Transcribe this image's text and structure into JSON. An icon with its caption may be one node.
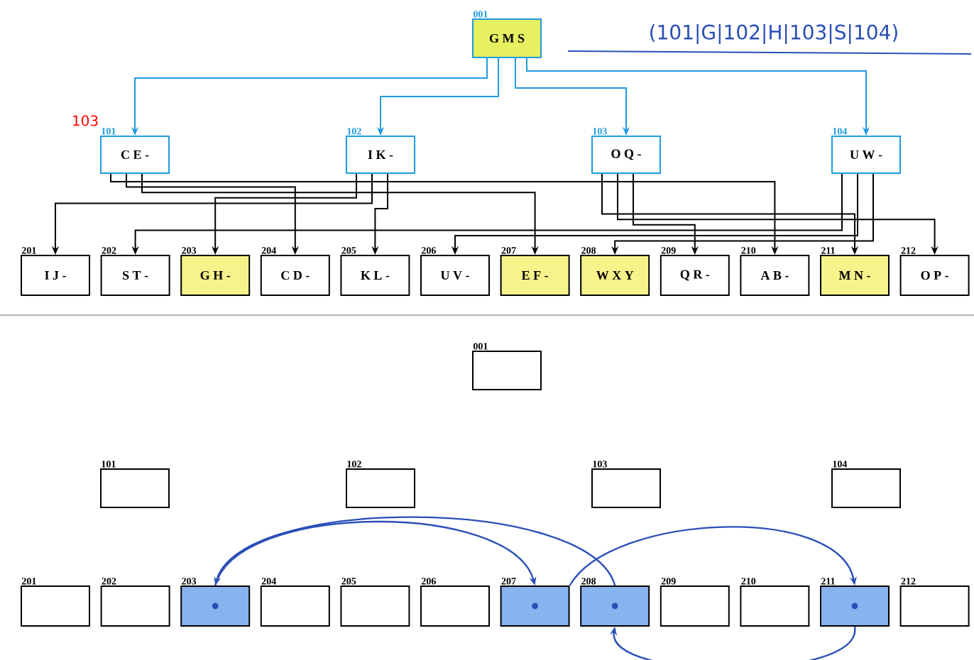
{
  "diagram": {
    "nodes": [
      {
        "text": [
          "G M S"
        ],
        "beside": [
          "001"
        ]
      },
      {
        "text": [
          "C E -"
        ],
        "beside": [
          "101"
        ]
      },
      {
        "text": [
          "I K -"
        ],
        "beside": [
          "102"
        ]
      },
      {
        "text": [
          "O Q -"
        ],
        "beside": [
          "103"
        ]
      },
      {
        "text": [
          "U W -"
        ],
        "beside": [
          "104"
        ]
      },
      {
        "text": [
          "I J -"
        ],
        "beside": [
          "201"
        ]
      },
      {
        "text": [
          "S T -"
        ],
        "beside": [
          "202"
        ]
      },
      {
        "text": [
          "G H -"
        ],
        "beside": [
          "203"
        ]
      },
      {
        "text": [
          "C D -"
        ],
        "beside": [
          "204"
        ]
      },
      {
        "text": [
          "K L -"
        ],
        "beside": [
          "205"
        ]
      },
      {
        "text": [
          "U V -"
        ],
        "beside": [
          "206"
        ]
      },
      {
        "text": [
          "E F -"
        ],
        "beside": [
          "207"
        ]
      },
      {
        "text": [
          "W X Y"
        ],
        "beside": [
          "208"
        ]
      },
      {
        "text": [
          "Q R -"
        ],
        "beside": [
          "209"
        ]
      },
      {
        "text": [
          "A B -"
        ],
        "beside": [
          "210"
        ]
      },
      {
        "text": [
          "M N -"
        ],
        "beside": [
          "211"
        ]
      },
      {
        "text": [
          "O P -"
        ],
        "beside": [
          "212"
        ]
      },
      {
        "text": [],
        "shape": "box",
        "beside": [
          "001"
        ]
      },
      {
        "text": [],
        "shape": "box",
        "beside": [
          "101"
        ]
      },
      {
        "text": [],
        "shape": "box",
        "beside": [
          "102"
        ]
      },
      {
        "text": [],
        "shape": "box",
        "beside": [
          "103"
        ]
      },
      {
        "text": [],
        "shape": "box",
        "beside": [
          "104"
        ]
      },
      {
        "text": [],
        "shape": "box",
        "beside": [
          "201"
        ]
      },
      {
        "text": [],
        "shape": "box",
        "beside": [
          "202"
        ]
      },
      {
        "text": [],
        "shape": "box",
        "beside": [
          "203"
        ]
      },
      {
        "text": [],
        "shape": "box",
        "beside": [
          "204"
        ]
      },
      {
        "text": [],
        "shape": "box",
        "beside": [
          "205"
        ]
      },
      {
        "text": [],
        "shape": "box",
        "beside": [
          "206"
        ]
      },
      {
        "text": [],
        "shape": "box",
        "beside": [
          "207"
        ]
      },
      {
        "text": [],
        "shape": "box",
        "beside": [
          "208"
        ]
      },
      {
        "text": [],
        "shape": "box",
        "beside": [
          "209"
        ]
      },
      {
        "text": [],
        "shape": "box",
        "beside": [
          "210"
        ]
      },
      {
        "text": [],
        "shape": "box",
        "beside": [
          "211"
        ]
      },
      {
        "text": [],
        "shape": "box",
        "beside": [
          "212"
        ]
      }
    ],
    "edges": [
      {
        "from": 0,
        "to": 1,
        "arrow": "to",
        "color": "#1e9be0"
      },
      {
        "from": 0,
        "to": 2,
        "arrow": "to",
        "color": "#1e9be0"
      },
      {
        "from": 0,
        "to": 3,
        "arrow": "to",
        "color": "#1e9be0"
      },
      {
        "from": 0,
        "to": 4,
        "arrow": "to",
        "color": "#1e9be0"
      },
      {
        "from": 1,
        "to": 14,
        "arrow": "to"
      },
      {
        "from": 1,
        "to": 8,
        "arrow": "to"
      },
      {
        "from": 1,
        "to": 11,
        "arrow": "to"
      },
      {
        "from": 2,
        "to": 7,
        "arrow": "to"
      },
      {
        "from": 2,
        "to": 5,
        "arrow": "to"
      },
      {
        "from": 2,
        "to": 9,
        "arrow": "to"
      },
      {
        "from": 3,
        "to": 15,
        "arrow": "to"
      },
      {
        "from": 3,
        "to": 16,
        "arrow": "to"
      },
      {
        "from": 3,
        "to": 13,
        "arrow": "to"
      },
      {
        "from": 4,
        "to": 6,
        "arrow": "to"
      },
      {
        "from": 4,
        "to": 10,
        "arrow": "to"
      },
      {
        "from": 4,
        "to": 12,
        "arrow": "to"
      },
      {
        "from": 29,
        "to": 24,
        "arrow": "to",
        "color": "#2a4fb8"
      },
      {
        "from": 24,
        "to": 28,
        "arrow": "to",
        "color": "#2a4fb8"
      },
      {
        "from": 28,
        "to": 32,
        "arrow": "to",
        "color": "#2a4fb8"
      },
      {
        "from": 32,
        "to": 29,
        "arrow": "to",
        "color": "#2a4fb8"
      }
    ],
    "labels": [
      "(101|G|102|H|103|S|104)",
      "103"
    ]
  }
}
